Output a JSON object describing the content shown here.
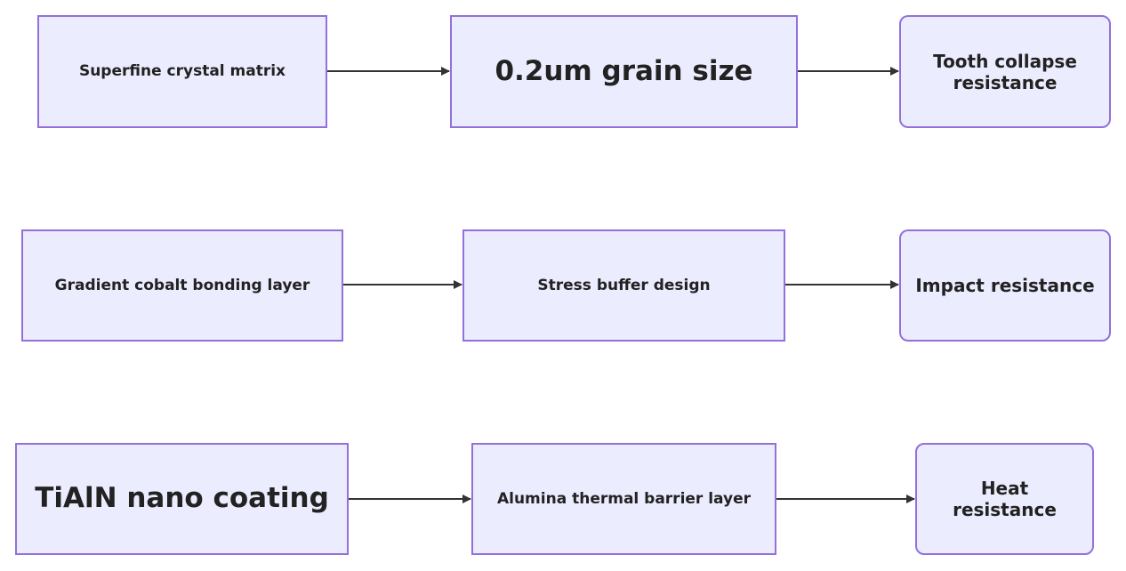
{
  "diagram": {
    "rows": [
      {
        "nodes": [
          {
            "label": "Superfine crystal matrix"
          },
          {
            "label": "0.2um grain size"
          },
          {
            "label": "Tooth collapse resistance"
          }
        ]
      },
      {
        "nodes": [
          {
            "label": "Gradient cobalt bonding layer"
          },
          {
            "label": "Stress buffer design"
          },
          {
            "label": "Impact resistance"
          }
        ]
      },
      {
        "nodes": [
          {
            "label": "TiAlN nano coating"
          },
          {
            "label": "Alumina thermal barrier layer"
          },
          {
            "label": "Heat resistance"
          }
        ]
      }
    ],
    "colors": {
      "node_fill": "#ececff",
      "node_border": "#9370db",
      "edge": "#333333",
      "text": "#222222"
    }
  }
}
